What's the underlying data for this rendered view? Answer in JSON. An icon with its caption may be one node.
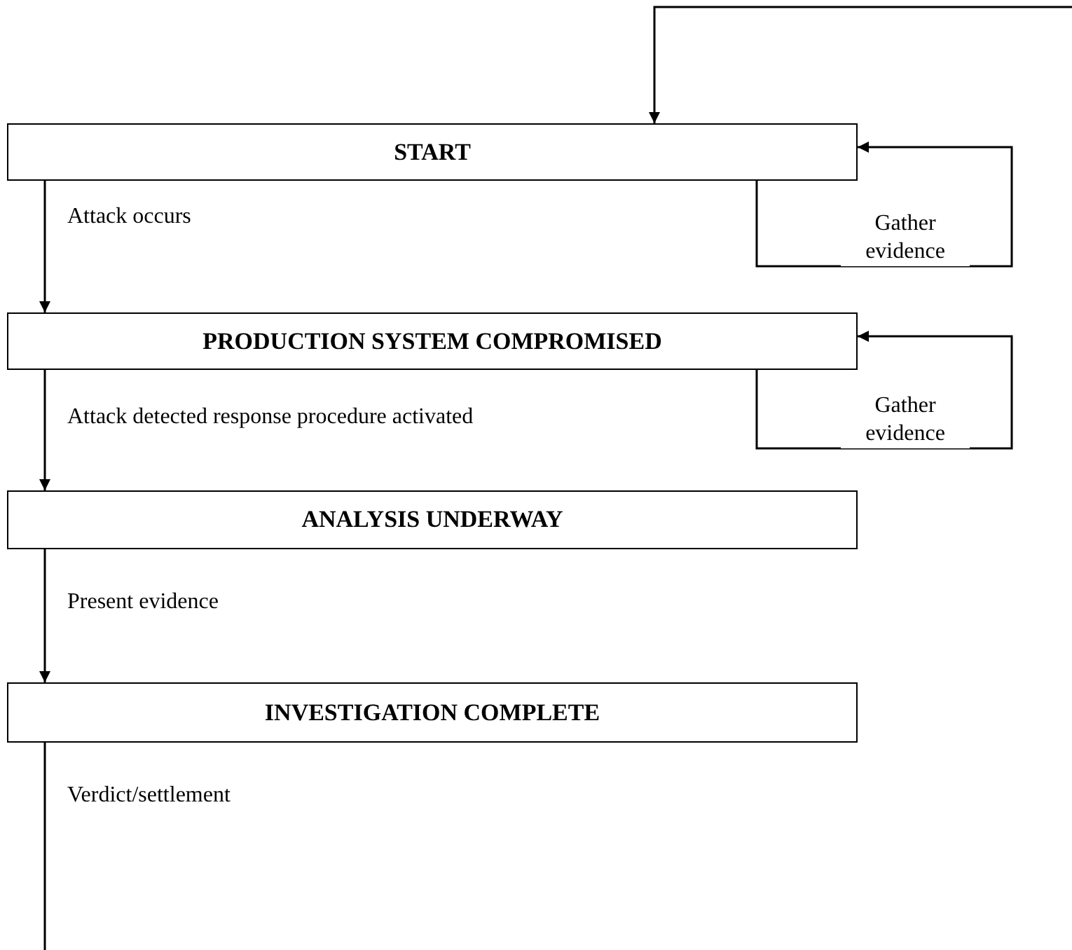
{
  "diagram": {
    "nodes": [
      {
        "text": [
          "START"
        ]
      },
      {
        "text": [
          "PRODUCTION SYSTEM COMPROMISED"
        ]
      },
      {
        "text": [
          "ANALYSIS UNDERWAY"
        ]
      },
      {
        "text": [
          "INVESTIGATION COMPLETE"
        ]
      }
    ],
    "edges": [
      {
        "from": null,
        "to": 0,
        "arrow": "to"
      },
      {
        "from": 0,
        "to": 0,
        "arrow": "to",
        "label": "Gather evidence"
      },
      {
        "from": 0,
        "to": 1,
        "arrow": "to",
        "label": "Attack occurs"
      },
      {
        "from": 1,
        "to": 1,
        "arrow": "to",
        "label": "Gather evidence"
      },
      {
        "from": 1,
        "to": 2,
        "arrow": "to",
        "label": "Attack detected response procedure activated"
      },
      {
        "from": 2,
        "to": 3,
        "arrow": "to",
        "label": "Present evidence"
      },
      {
        "from": 3,
        "to": null,
        "arrow": "none",
        "label": "Verdict/settlement"
      }
    ]
  }
}
